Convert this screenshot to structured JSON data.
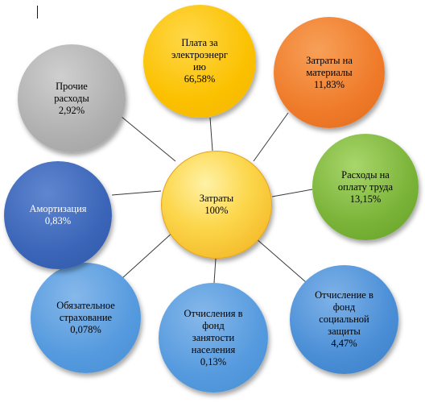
{
  "center": {
    "line1": "Затраты",
    "line2": "100%"
  },
  "items": {
    "electricity": {
      "lines": [
        "Плата за",
        "электроэнерг",
        "ию",
        "66,58%"
      ],
      "color": "#fbc100"
    },
    "materials": {
      "lines": [
        "Затраты на",
        "материалы",
        "11,83%"
      ],
      "color": "#ef7b2a"
    },
    "salary": {
      "lines": [
        "Расходы на",
        "оплату труда",
        "13,15%"
      ],
      "color": "#7ab338"
    },
    "social": {
      "lines": [
        "Отчисление в",
        "фонд",
        "социальной",
        "защиты",
        "4,47%"
      ],
      "color": "#4a8ed6"
    },
    "employment": {
      "lines": [
        "Отчисления в",
        "фонд",
        "занятости",
        "населения",
        "0,13%"
      ],
      "color": "#559ade"
    },
    "insurance": {
      "lines": [
        "Обязательное",
        "страхование",
        "0,078%"
      ],
      "color": "#559ade"
    },
    "amortization": {
      "lines": [
        "Амортизация",
        "0,83%"
      ],
      "color": "#3b65b8"
    },
    "other": {
      "lines": [
        "Прочие",
        "расходы",
        "2,92%"
      ],
      "color": "#b0b0b0"
    }
  }
}
